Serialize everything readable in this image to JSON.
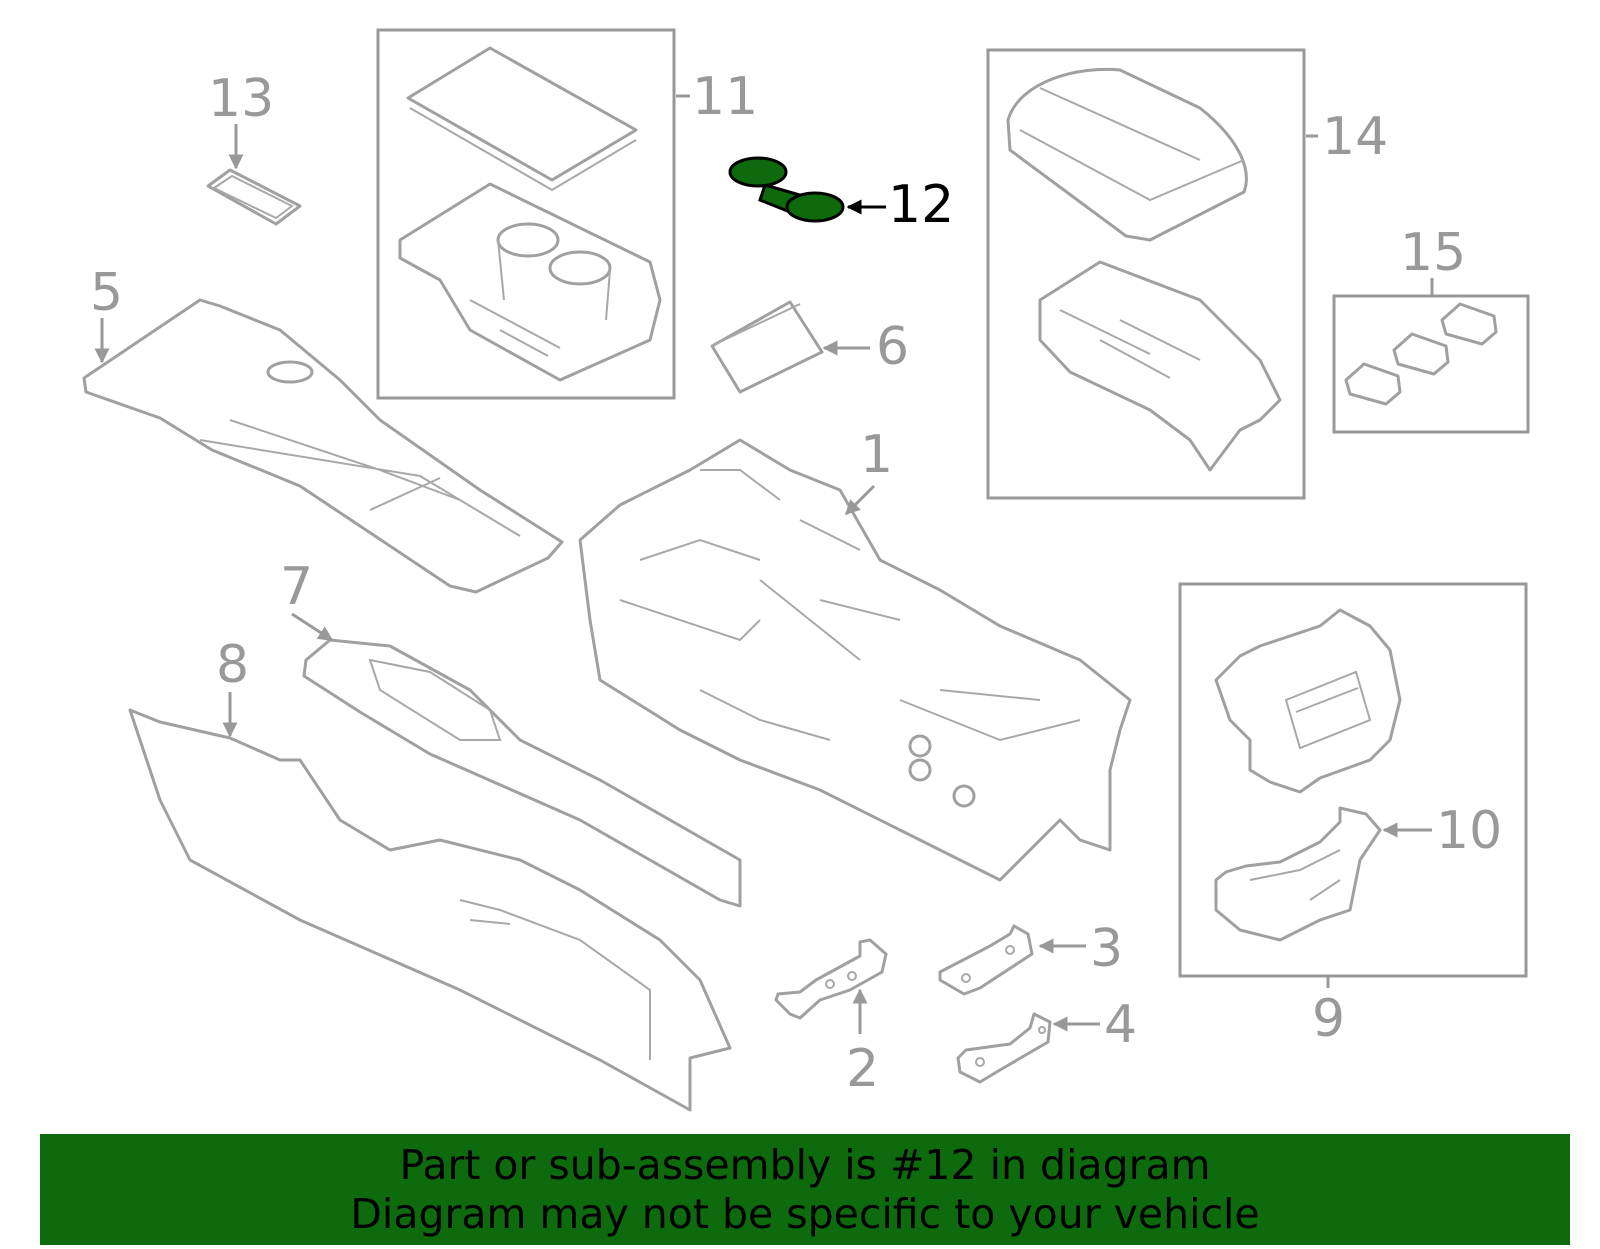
{
  "diagram": {
    "highlight_color": "#0d6b0d",
    "highlighted_part": "12",
    "callouts": [
      {
        "id": "c1",
        "label": "1"
      },
      {
        "id": "c2",
        "label": "2"
      },
      {
        "id": "c3",
        "label": "3"
      },
      {
        "id": "c4",
        "label": "4"
      },
      {
        "id": "c5",
        "label": "5"
      },
      {
        "id": "c6",
        "label": "6"
      },
      {
        "id": "c7",
        "label": "7"
      },
      {
        "id": "c8",
        "label": "8"
      },
      {
        "id": "c9",
        "label": "9"
      },
      {
        "id": "c10",
        "label": "10"
      },
      {
        "id": "c11",
        "label": "11"
      },
      {
        "id": "c12",
        "label": "12"
      },
      {
        "id": "c13",
        "label": "13"
      },
      {
        "id": "c14",
        "label": "14"
      },
      {
        "id": "c15",
        "label": "15"
      }
    ]
  },
  "banner": {
    "line1": "Part or sub-assembly is #12 in diagram",
    "line2": "Diagram may not be specific to your vehicle",
    "background": "#0d6b0d"
  }
}
